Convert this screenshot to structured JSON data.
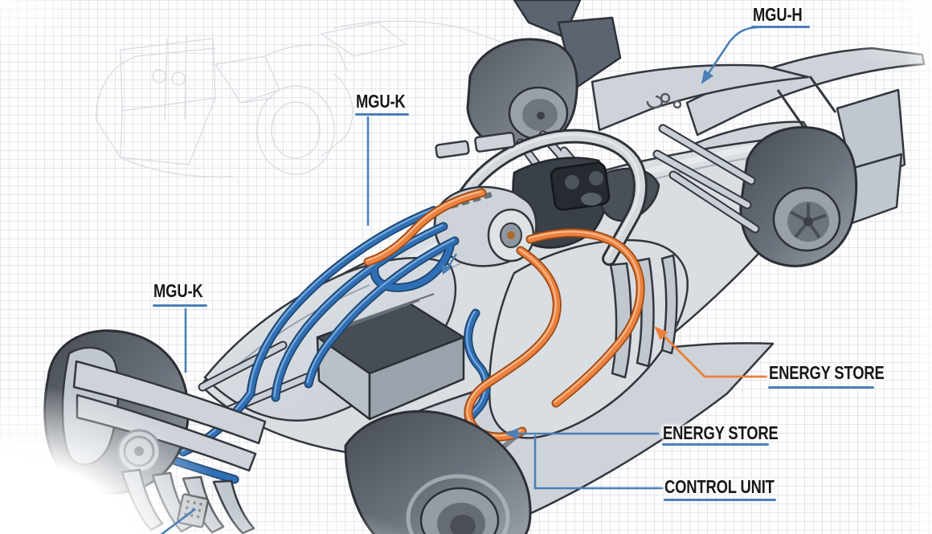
{
  "page": {
    "kind": "technical cutaway diagram",
    "subject": "Formula 1 car hybrid power unit components on graph paper"
  },
  "labels": {
    "mgu_h": {
      "text": "MGU-H",
      "leader_color": "#4a80b8",
      "has_arrow": true
    },
    "mgu_k_top": {
      "text": "MGU-K",
      "leader_color": "#4a80b8",
      "has_arrow": false
    },
    "mgu_k_left": {
      "text": "MGU-K",
      "leader_color": "#4a80b8",
      "has_arrow": false
    },
    "energy_store_right": {
      "text": "ENERGY STORE",
      "leader_color": "#ee7e3c",
      "has_arrow": true
    },
    "energy_store_lower": {
      "text": "ENERGY STORE",
      "leader_color": "#4a80b8",
      "has_arrow": true
    },
    "control_unit": {
      "text": "CONTROL UNIT",
      "leader_color": "#4a80b8",
      "has_arrow": false
    }
  },
  "colors": {
    "leader_blue": "#4a80b8",
    "leader_orange": "#ee7e3c",
    "cable_blue": "#2f6fb5",
    "cable_orange": "#ec8240",
    "underline_blue": "#4a80b8",
    "label_text": "#17181a",
    "grid_line": "#dfe3e8",
    "paper": "#fdfdfe"
  },
  "illustration": {
    "style": "hand-drawn cutaway with faint ghost sketch of rear assembly at top-left",
    "parts": [
      "rear wing",
      "front wing",
      "four slick tyres",
      "halo",
      "cockpit with steering wheel",
      "wing mirrors",
      "MGU-K motor unit",
      "energy store battery box",
      "control unit",
      "orange high-voltage cables",
      "blue high-voltage cables",
      "sidepod with strakes",
      "floor with cooling slits",
      "brake disc",
      "diffuser strakes"
    ]
  }
}
